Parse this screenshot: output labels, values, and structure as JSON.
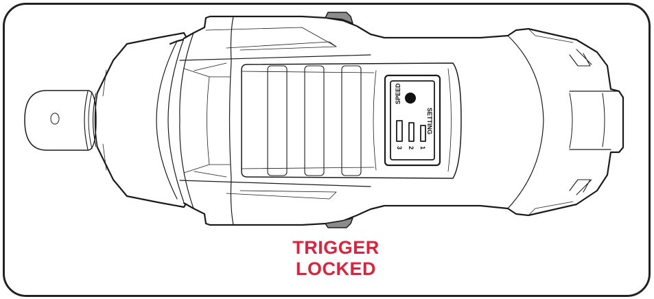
{
  "figure": {
    "subject": "impact wrench, top view",
    "caption": {
      "line1": "TRIGGER",
      "line2": "LOCKED",
      "color": "#e3203a"
    },
    "control_panel": {
      "label_left": "SPEED",
      "label_right": "SETTING",
      "indicators": [
        {
          "number": "3",
          "bar_height": "tall"
        },
        {
          "number": "2",
          "bar_height": "medium"
        },
        {
          "number": "1",
          "bar_height": "short"
        }
      ]
    },
    "colors": {
      "outline": "#1a1a1a",
      "trigger_nub": "#8c8c8c",
      "frame": "#222222",
      "background": "#ffffff"
    }
  }
}
